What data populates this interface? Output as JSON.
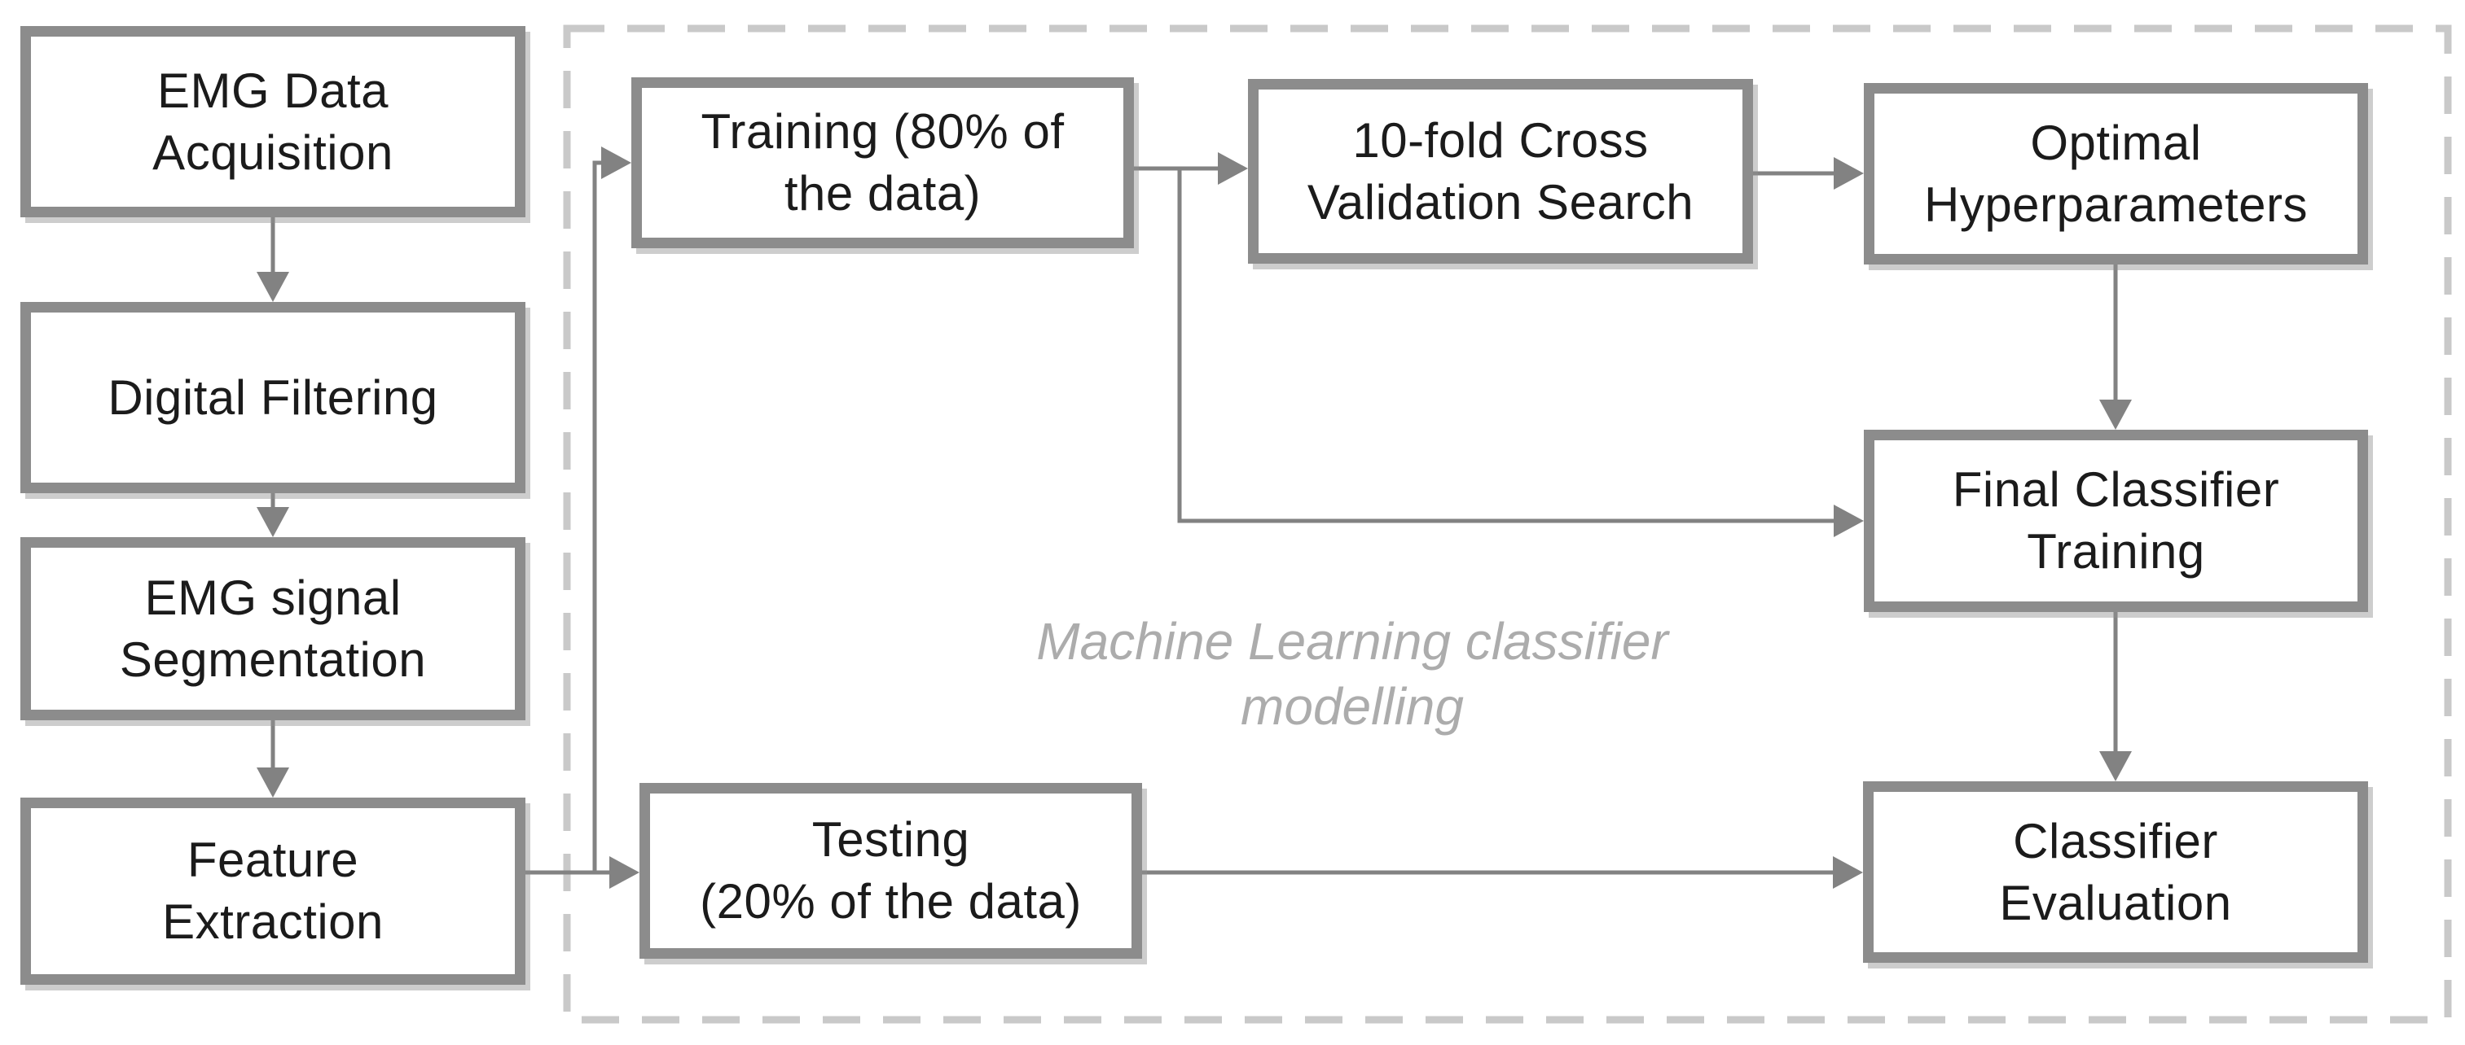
{
  "diagram": {
    "title": "EMG machine-learning pipeline flowchart",
    "colors": {
      "background": "#ffffff",
      "box_border": "#8c8c8c",
      "box_fill": "#ffffff",
      "box_text": "#1b1b1b",
      "connector": "#828282",
      "dashed_container": "#c9c9c9",
      "group_label_text": "#acacac"
    },
    "nodes": {
      "emg_data_acquisition": {
        "label": "EMG Data\nAcquisition"
      },
      "digital_filtering": {
        "label": "Digital Filtering"
      },
      "emg_signal_segmentation": {
        "label": "EMG signal\nSegmentation"
      },
      "feature_extraction": {
        "label": "Feature\nExtraction"
      },
      "training": {
        "label": "Training (80% of\nthe data)"
      },
      "tenfold_cv_search": {
        "label": "10-fold Cross\nValidation Search"
      },
      "optimal_hyperparameters": {
        "label": "Optimal\nHyperparameters"
      },
      "final_classifier_training": {
        "label": "Final Classifier\nTraining"
      },
      "testing": {
        "label": "Testing\n(20% of the data)"
      },
      "classifier_evaluation": {
        "label": "Classifier\nEvaluation"
      }
    },
    "group": {
      "label": "Machine Learning classifier\nmodelling"
    },
    "edges": [
      "EMG Data Acquisition -> Digital Filtering",
      "Digital Filtering -> EMG signal Segmentation",
      "EMG signal Segmentation -> Feature Extraction",
      "Feature Extraction -> Training (80% of the data)",
      "Feature Extraction -> Testing (20% of the data)",
      "Training (80% of the data) -> 10-fold Cross Validation Search",
      "Training (80% of the data) -> Final Classifier Training",
      "10-fold Cross Validation Search -> Optimal Hyperparameters",
      "Optimal Hyperparameters -> Final Classifier Training",
      "Final Classifier Training -> Classifier Evaluation",
      "Testing (20% of the data) -> Classifier Evaluation"
    ]
  }
}
